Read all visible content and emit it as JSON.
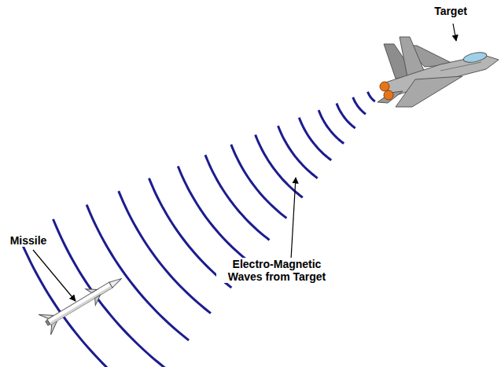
{
  "diagram": {
    "labels": [
      "Target",
      "Missile",
      "Electro-Magnetic Waves from Target"
    ]
  }
}
